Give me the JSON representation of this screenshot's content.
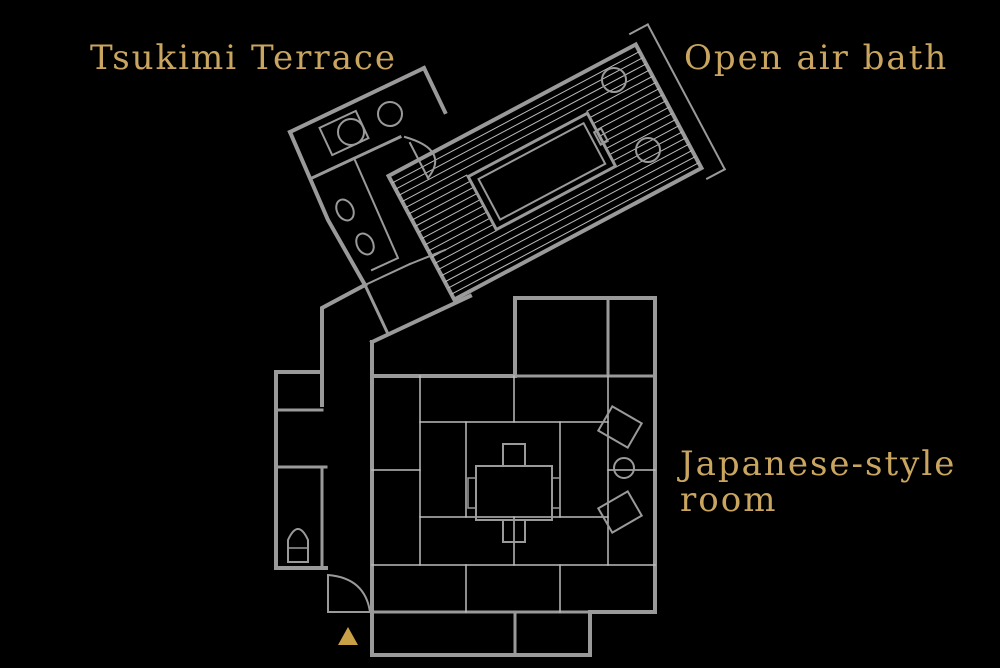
{
  "labels": {
    "tsukimi_terrace": "Tsukimi Terrace",
    "open_air_bath": "Open air bath",
    "japanese_room_line1": "Japanese-style",
    "japanese_room_line2": "room"
  },
  "colors": {
    "background": "#000000",
    "label_gold": "#c9a560",
    "wall": "#9a9a9a",
    "thin_line": "#bcbcbc",
    "entrance_marker": "#c9a046"
  },
  "icons": {
    "entrance": "entrance-triangle-icon",
    "toilet": "toilet-icon"
  }
}
